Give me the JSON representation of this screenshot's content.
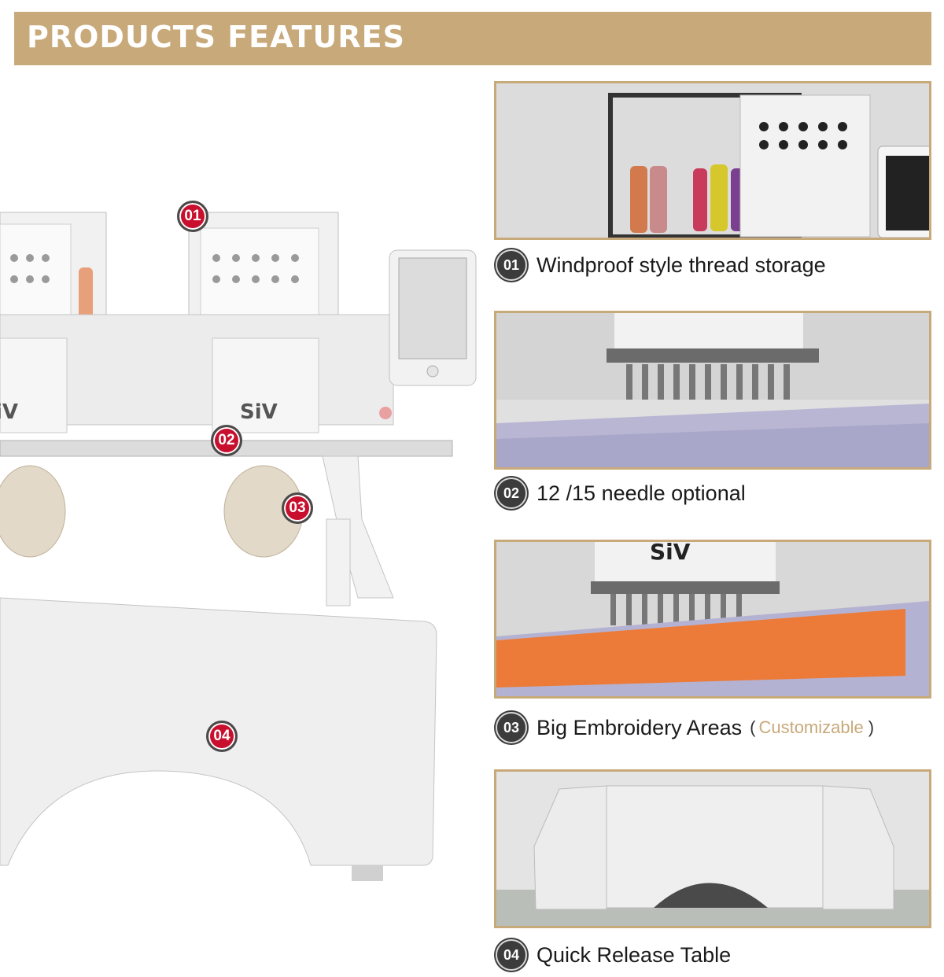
{
  "header": {
    "title": "PRODUCTS FEATURES"
  },
  "colors": {
    "accent": "#c8a97a",
    "marker": "#c8102e",
    "badge": "#3c3c3c"
  },
  "machine": {
    "brand": "SiV",
    "markers": [
      "01",
      "02",
      "03",
      "04"
    ]
  },
  "features": [
    {
      "num": "01",
      "title": "Windproof style thread storage"
    },
    {
      "num": "02",
      "title": "12 /15 needle optional"
    },
    {
      "num": "03",
      "title": "Big Embroidery Areas",
      "paren_open": "(",
      "note": "Customizable",
      "paren_close": ")"
    },
    {
      "num": "04",
      "title": "Quick Release Table"
    }
  ],
  "photos": [
    {
      "brand": ""
    },
    {
      "brand": ""
    },
    {
      "brand": "SiV"
    },
    {
      "brand": ""
    }
  ]
}
